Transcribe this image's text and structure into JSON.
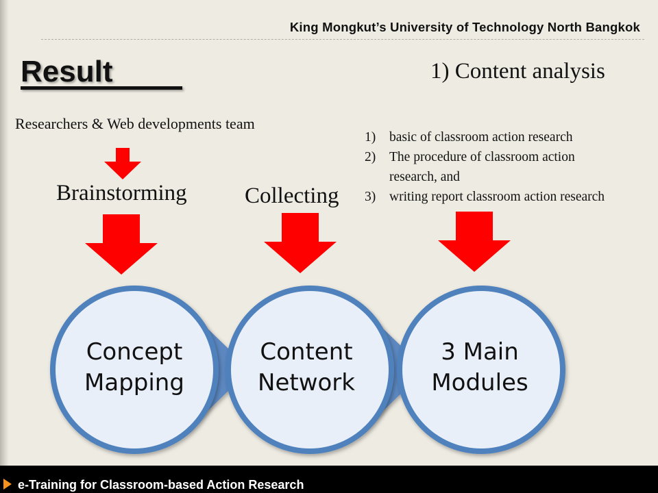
{
  "header": {
    "institution": "King Mongkut’s University of Technology North Bangkok"
  },
  "slide": {
    "title": "Result",
    "subtitle": "1) Content analysis",
    "team": "Researchers & Web developments team",
    "content_items": [
      {
        "num": "1)",
        "lines": [
          "basic of classroom action research"
        ]
      },
      {
        "num": "2)",
        "lines": [
          "The procedure of classroom action",
          "research, and"
        ]
      },
      {
        "num": "3)",
        "lines": [
          "writing report classroom action research"
        ]
      }
    ]
  },
  "diagram": {
    "stages": [
      {
        "label": "Brainstorming"
      },
      {
        "label": "Collecting"
      }
    ],
    "circles": [
      {
        "line1": "Concept",
        "line2": "Mapping"
      },
      {
        "line1": "Content",
        "line2": "Network"
      },
      {
        "line1": "3 Main",
        "line2": "Modules"
      }
    ],
    "colors": {
      "arrow": "#ff0000",
      "circle_fill": "#e9eff8",
      "circle_border": "#4f81bd",
      "connector": "#5b87c0"
    }
  },
  "footer": {
    "text": "e-Training for Classroom-based Action Research"
  }
}
